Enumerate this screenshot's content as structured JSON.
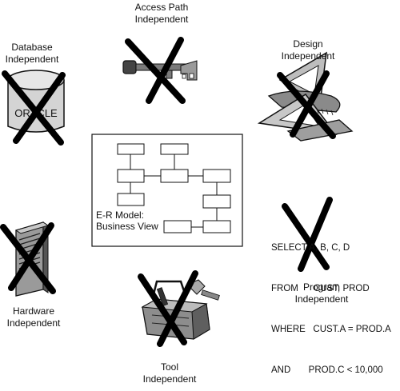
{
  "center": {
    "label_line1": "E-R Model:",
    "label_line2": "Business View"
  },
  "items": {
    "database": {
      "line1": "Database",
      "line2": "Independent",
      "icon": "oracle-database-icon",
      "logo_text": "ORACLE"
    },
    "access_path": {
      "line1": "Access Path",
      "line2": "Independent",
      "icon": "key-icon"
    },
    "design": {
      "line1": "Design",
      "line2": "Independent",
      "icon": "drafting-tools-icon"
    },
    "program": {
      "line1": "Program",
      "line2": "Independent"
    },
    "tool": {
      "line1": "Tool",
      "line2": "Independent",
      "icon": "toolbox-icon"
    },
    "hardware": {
      "line1": "Hardware",
      "line2": "Independent",
      "icon": "server-tower-icon"
    }
  },
  "sql": [
    "SELECT A, B, C, D",
    "FROM      CUST, PROD",
    "WHERE   CUST.A = PROD.A",
    "AND       PROD.C < 10,000"
  ]
}
